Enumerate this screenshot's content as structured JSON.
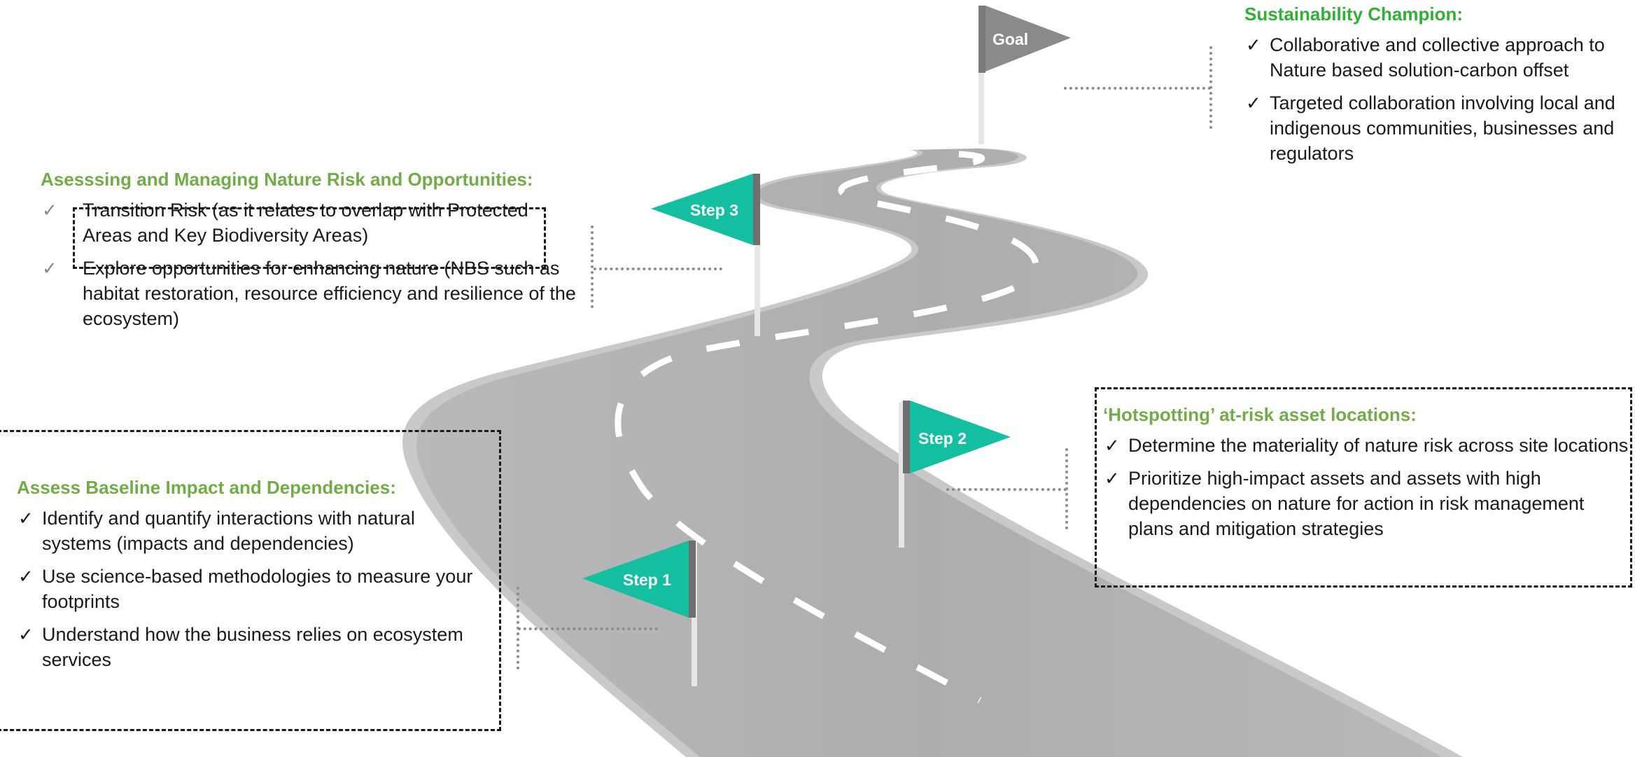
{
  "flags": {
    "goal": "Goal",
    "step1": "Step 1",
    "step2": "Step 2",
    "step3": "Step 3"
  },
  "colors": {
    "step_flag": "#13bfa0",
    "goal_flag": "#8a8a8a",
    "heading_green": "#70ad47",
    "champion_green": "#2eb135",
    "road": "#b4b4b4"
  },
  "icons": {
    "check": "✓"
  },
  "step1_panel": {
    "title": "Assess Baseline Impact and Dependencies:",
    "items": [
      "Identify and quantify interactions with natural systems (impacts and dependencies)",
      "Use science-based methodologies to measure your footprints",
      "Understand how the business relies on ecosystem services"
    ]
  },
  "step2_panel": {
    "title": "‘Hotspotting’ at-risk asset locations:",
    "items": [
      "Determine the materiality of nature risk across site locations",
      "Prioritize high-impact assets and assets with high dependencies on nature for action in risk management plans and mitigation strategies"
    ]
  },
  "step3_panel": {
    "title": "Asesssing and  Managing Nature Risk and Opportunities:",
    "items": [
      "Transition Risk (as it relates to overlap with Protected Areas and Key Biodiversity Areas)",
      "Explore opportunities for enhancing nature (NBS such as habitat restoration, resource efficiency and resilience of the ecosystem)"
    ]
  },
  "goal_panel": {
    "title": "Sustainability Champion:",
    "items": [
      "Collaborative and collective approach to Nature based solution-carbon offset",
      "Targeted collaboration involving local and indigenous communities, businesses and regulators"
    ]
  }
}
